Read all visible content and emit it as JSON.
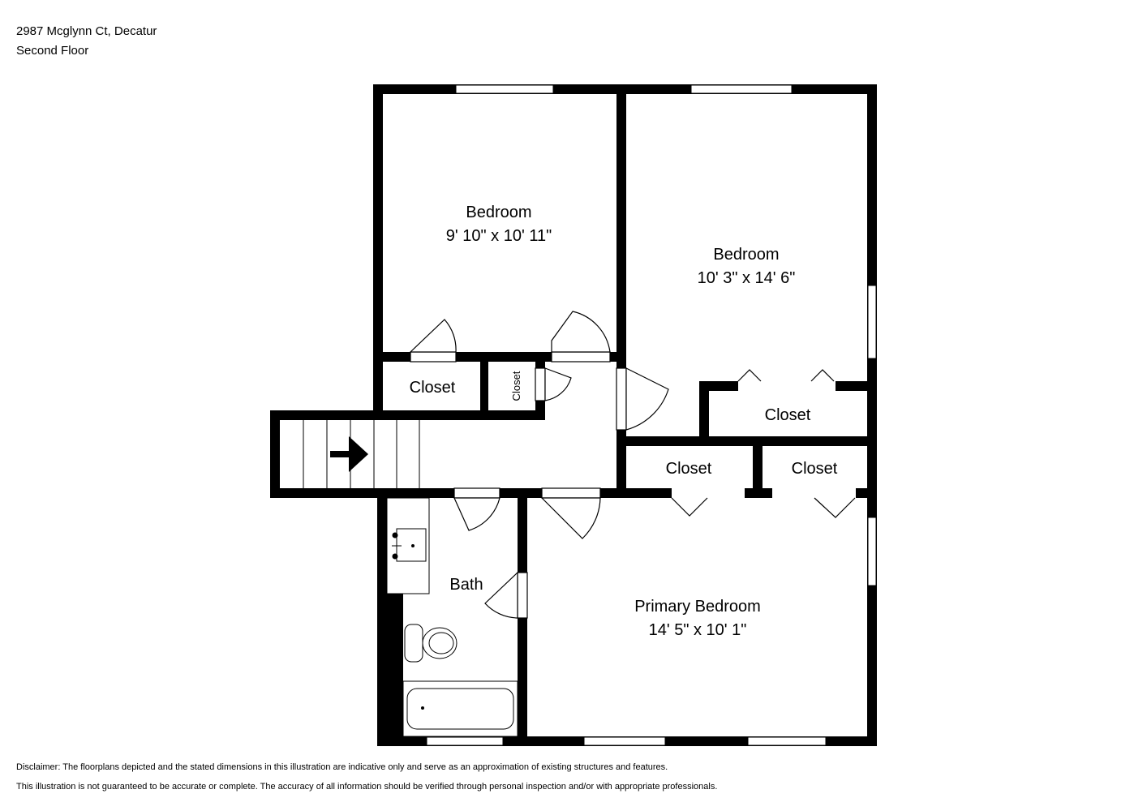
{
  "header": {
    "address": "2987 Mcglynn Ct, Decatur",
    "floor": "Second Floor"
  },
  "rooms": {
    "bedroom_left": {
      "name": "Bedroom",
      "dims": "9' 10\" x 10' 11\""
    },
    "bedroom_right": {
      "name": "Bedroom",
      "dims": "10' 3\" x 14' 6\""
    },
    "primary_bedroom": {
      "name": "Primary Bedroom",
      "dims": "14' 5\" x 10' 1\""
    },
    "bath": {
      "name": "Bath"
    },
    "closet_left": {
      "name": "Closet"
    },
    "closet_small": {
      "name": "Closet"
    },
    "closet_right_bedroom": {
      "name": "Closet"
    },
    "closet_primary_1": {
      "name": "Closet"
    },
    "closet_primary_2": {
      "name": "Closet"
    }
  },
  "disclaimer": {
    "line1": "Disclaimer: The floorplans depicted and the stated dimensions in this illustration are indicative only and serve as an approximation of existing structures and features.",
    "line2": "This illustration is not guaranteed to be accurate or complete. The accuracy of all information should be verified through personal inspection and/or with appropriate professionals."
  },
  "colors": {
    "wall": "#000000",
    "background": "#ffffff"
  }
}
